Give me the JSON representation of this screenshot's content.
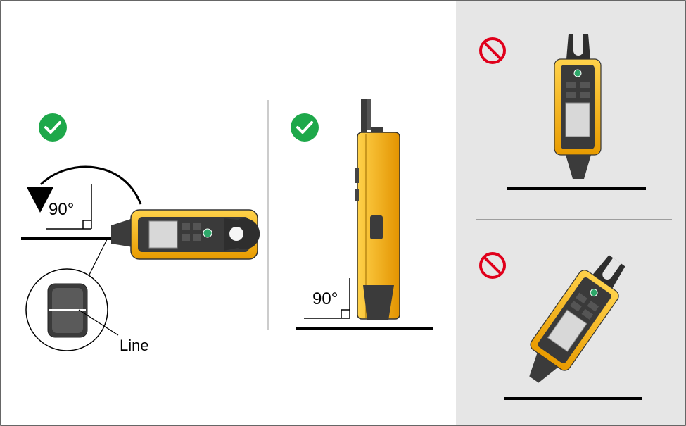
{
  "panels": {
    "left": {
      "status_icon": "check-circle-icon",
      "angle_label": "90°",
      "callout_label": "Line"
    },
    "middle": {
      "status_icon": "check-circle-icon",
      "angle_label": "90°"
    },
    "right_top": {
      "status_icon": "prohibited-icon"
    },
    "right_bottom": {
      "status_icon": "prohibited-icon"
    }
  },
  "colors": {
    "ok": "#1ea84a",
    "prohibited": "#e0001b",
    "device_yellow": "#f5b51a",
    "device_dark": "#3b3b3b",
    "wrong_panel_bg": "#e6e6e6",
    "frame": "#333333"
  }
}
